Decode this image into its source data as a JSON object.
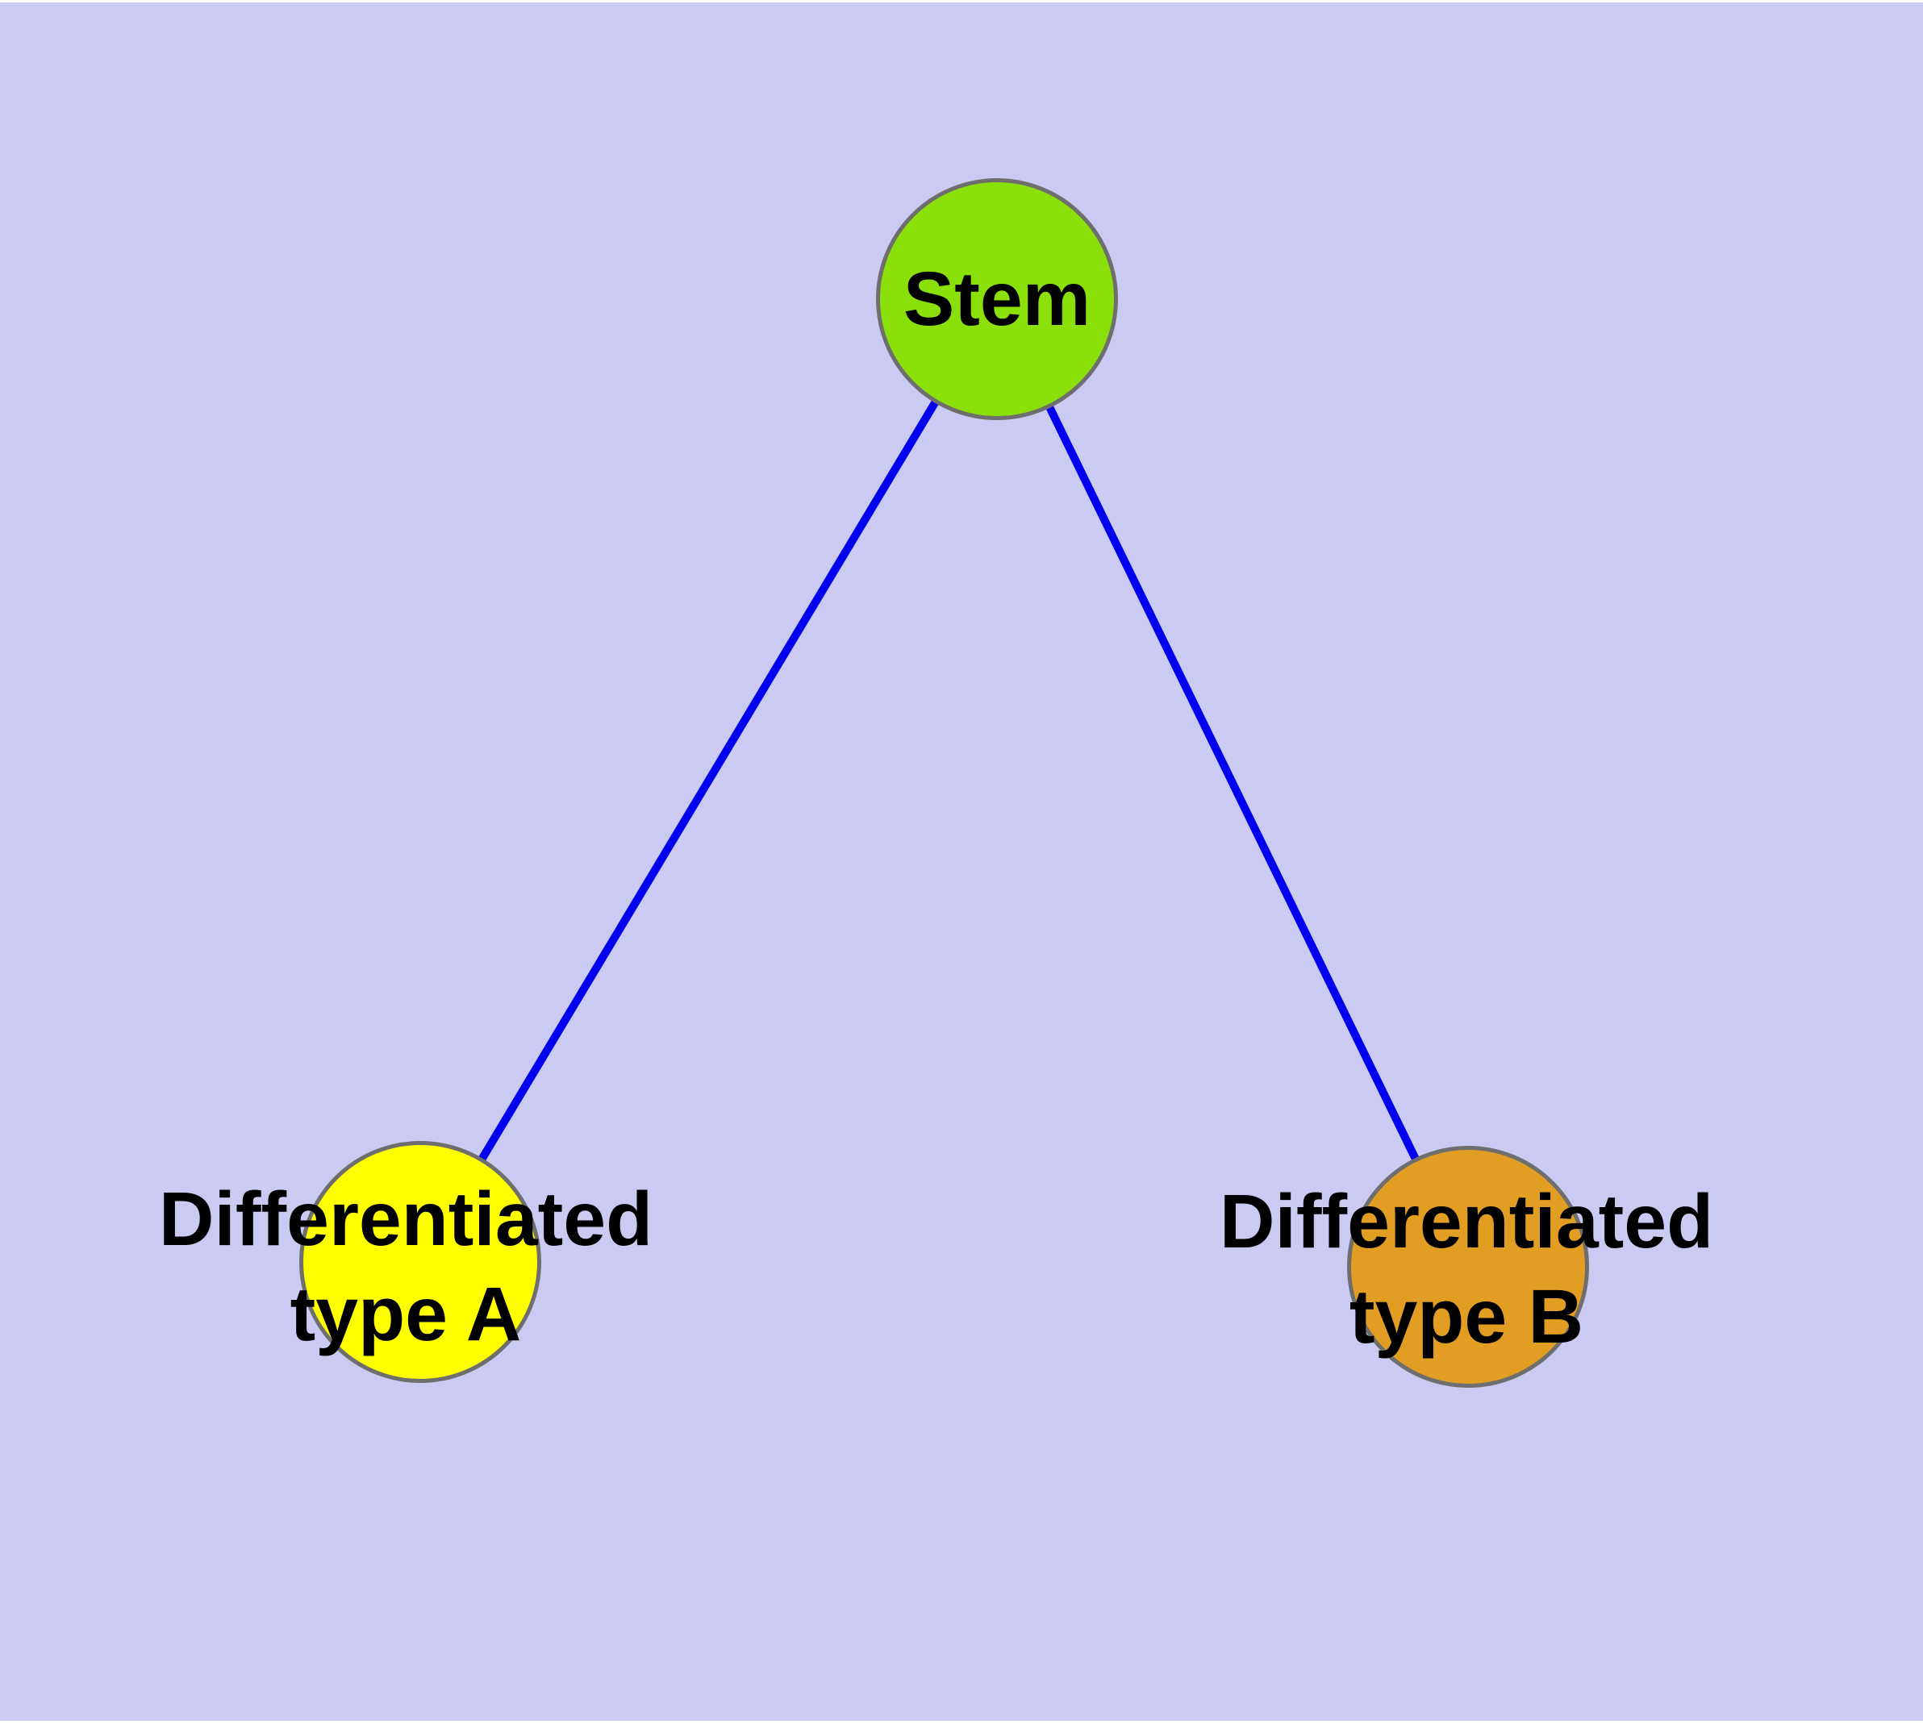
{
  "diagram": {
    "type": "graph",
    "background_color": "#CACAF3",
    "page_background": "#FFFFFF",
    "edge_color": "#0000EE",
    "edge_width": "10",
    "node_border_color": "#6E6E6E",
    "label_color": "#000000",
    "nodes": [
      {
        "id": "stem",
        "label": "Stem",
        "fill": "#8CE00A"
      },
      {
        "id": "type-a",
        "label_lines": [
          "Differentiated",
          "type A"
        ],
        "fill": "#FFFF00"
      },
      {
        "id": "type-b",
        "label_lines": [
          "Differentiated",
          "type B"
        ],
        "fill": "#E29E22"
      }
    ],
    "edges": [
      {
        "from": "stem",
        "to": "type-a"
      },
      {
        "from": "stem",
        "to": "type-b"
      }
    ]
  }
}
